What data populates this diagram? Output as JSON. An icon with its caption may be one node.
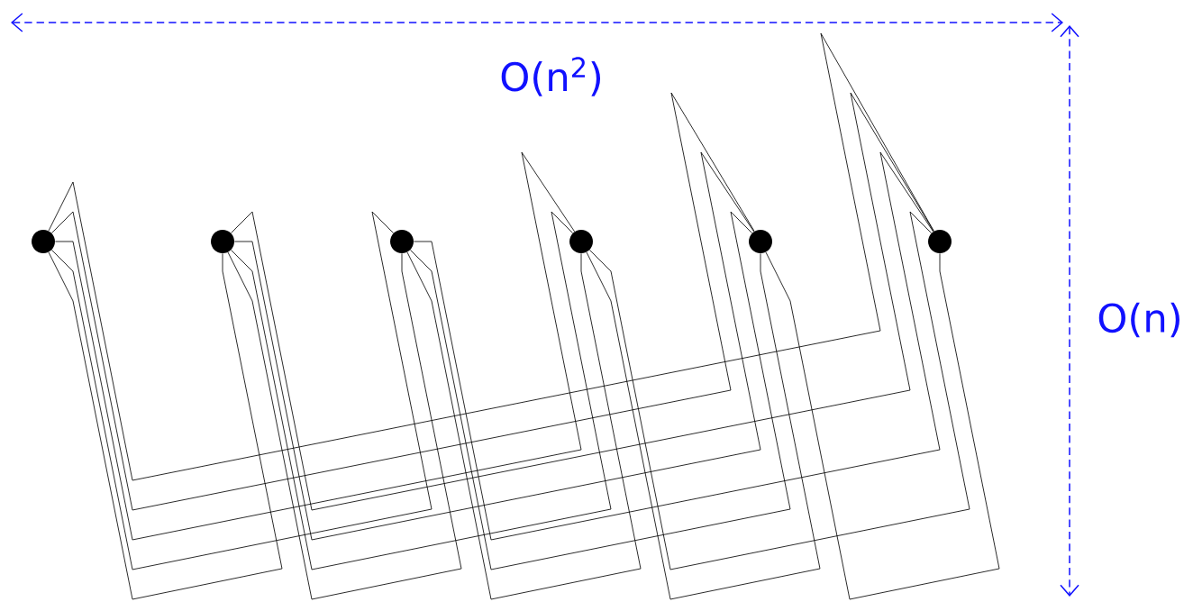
{
  "diagram": {
    "nodes": [
      {
        "text": [],
        "shape": "circle"
      },
      {
        "text": [],
        "shape": "circle"
      },
      {
        "text": [],
        "shape": "circle"
      },
      {
        "text": [],
        "shape": "circle"
      },
      {
        "text": [],
        "shape": "circle"
      },
      {
        "text": [],
        "shape": "circle"
      }
    ],
    "edges": [
      {
        "from": 0,
        "to": 1,
        "arrow": "none"
      },
      {
        "from": 0,
        "to": 2,
        "arrow": "none"
      },
      {
        "from": 0,
        "to": 3,
        "arrow": "none"
      },
      {
        "from": 0,
        "to": 4,
        "arrow": "none"
      },
      {
        "from": 0,
        "to": 5,
        "arrow": "none"
      },
      {
        "from": 1,
        "to": 2,
        "arrow": "none"
      },
      {
        "from": 1,
        "to": 3,
        "arrow": "none"
      },
      {
        "from": 1,
        "to": 4,
        "arrow": "none"
      },
      {
        "from": 1,
        "to": 5,
        "arrow": "none"
      },
      {
        "from": 2,
        "to": 3,
        "arrow": "none"
      },
      {
        "from": 2,
        "to": 4,
        "arrow": "none"
      },
      {
        "from": 2,
        "to": 5,
        "arrow": "none"
      },
      {
        "from": 3,
        "to": 4,
        "arrow": "none"
      },
      {
        "from": 3,
        "to": 5,
        "arrow": "none"
      },
      {
        "from": 4,
        "to": 5,
        "arrow": "none"
      }
    ],
    "labels": [
      "O(n$^{2}$)",
      "O(n)"
    ]
  }
}
